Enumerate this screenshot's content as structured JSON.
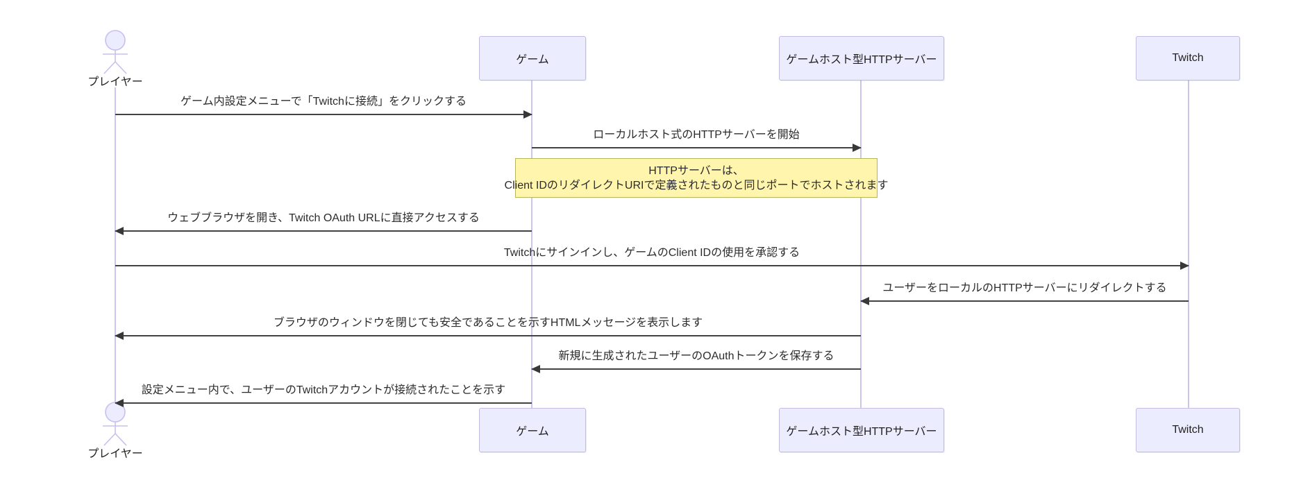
{
  "diagram": {
    "type": "sequence",
    "actors": [
      {
        "id": "player",
        "kind": "actor",
        "label": "プレイヤー"
      },
      {
        "id": "game",
        "kind": "participant",
        "label": "ゲーム"
      },
      {
        "id": "server",
        "kind": "participant",
        "label": "ゲームホスト型HTTPサーバー"
      },
      {
        "id": "twitch",
        "kind": "participant",
        "label": "Twitch"
      }
    ],
    "messages": [
      {
        "from": "player",
        "to": "game",
        "direction": "right",
        "text": "ゲーム内設定メニューで「Twitchに接続」をクリックする"
      },
      {
        "from": "game",
        "to": "server",
        "direction": "right",
        "text": "ローカルホスト式のHTTPサーバーを開始"
      },
      {
        "from": "game",
        "to": "player",
        "direction": "left",
        "text": "ウェブブラウザを開き、Twitch OAuth URLに直接アクセスする"
      },
      {
        "from": "player",
        "to": "twitch",
        "direction": "right",
        "text": "Twitchにサインインし、ゲームのClient IDの使用を承認する"
      },
      {
        "from": "twitch",
        "to": "server",
        "direction": "left",
        "text": "ユーザーをローカルのHTTPサーバーにリダイレクトする"
      },
      {
        "from": "server",
        "to": "player",
        "direction": "left",
        "text": "ブラウザのウィンドウを閉じても安全であることを示すHTMLメッセージを表示します"
      },
      {
        "from": "server",
        "to": "game",
        "direction": "left",
        "text": "新規に生成されたユーザーのOAuthトークンを保存する"
      },
      {
        "from": "game",
        "to": "player",
        "direction": "left",
        "text": "設定メニュー内で、ユーザーのTwitchアカウントが接続されたことを示す"
      }
    ],
    "note": {
      "over": [
        "game",
        "server"
      ],
      "lines": [
        "HTTPサーバーは、",
        "Client IDのリダイレクトURIで定義されたものと同じポートでホストされます"
      ]
    },
    "colors": {
      "participant_fill": "#ECECFF",
      "participant_border": "#c3bce3",
      "note_fill": "#fff5ad",
      "note_border": "#b5b55a",
      "lifeline": "#ccc5ec",
      "arrow": "#383838",
      "text": "#333333"
    }
  }
}
